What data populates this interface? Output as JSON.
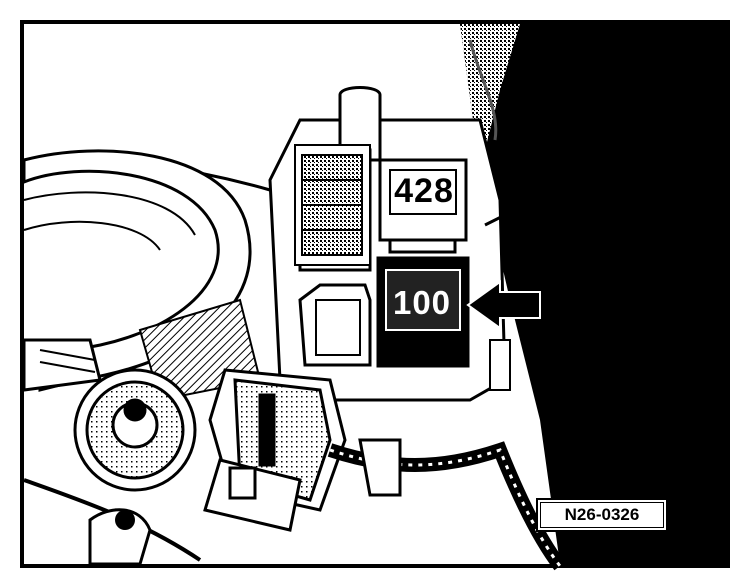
{
  "diagram": {
    "relay_top": {
      "number": "428"
    },
    "relay_bottom": {
      "number": "100"
    },
    "figure_id": "N26-0326",
    "arrow_target": "relay-bottom"
  }
}
